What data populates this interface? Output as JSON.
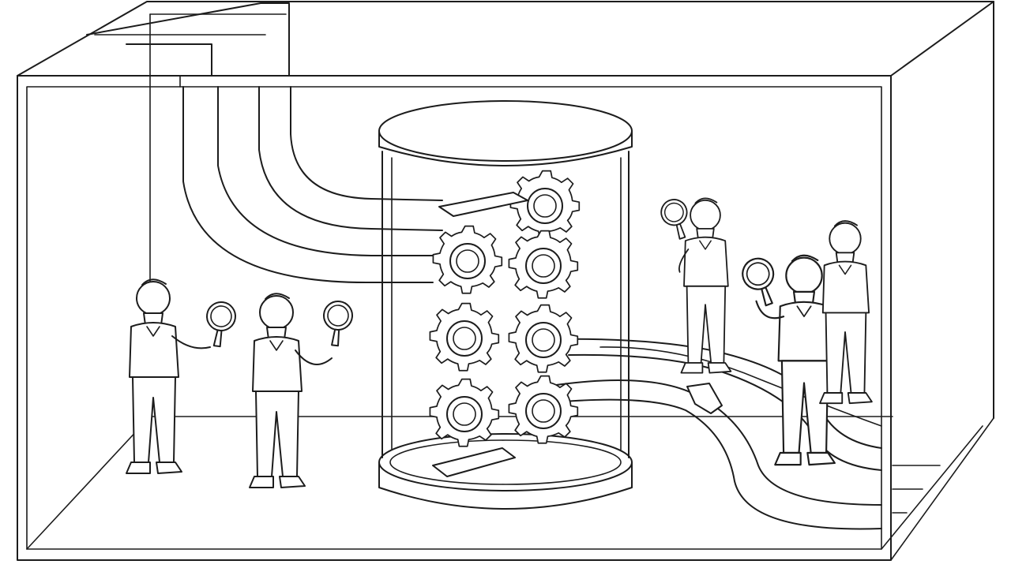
{
  "scene": {
    "subject": "line-art",
    "colors": {
      "background": "#ffffff",
      "stroke": "#1c1c1c"
    },
    "gears": {
      "left_column": 3,
      "right_column": 4
    },
    "people": [
      {
        "id": "person-left-1",
        "holds": "magnifying-glass"
      },
      {
        "id": "person-left-2",
        "holds": "magnifying-glass"
      },
      {
        "id": "person-right-1",
        "holds": "magnifying-glass"
      },
      {
        "id": "person-right-2",
        "holds": "magnifying-glass"
      },
      {
        "id": "person-right-3",
        "holds": "none"
      }
    ]
  }
}
